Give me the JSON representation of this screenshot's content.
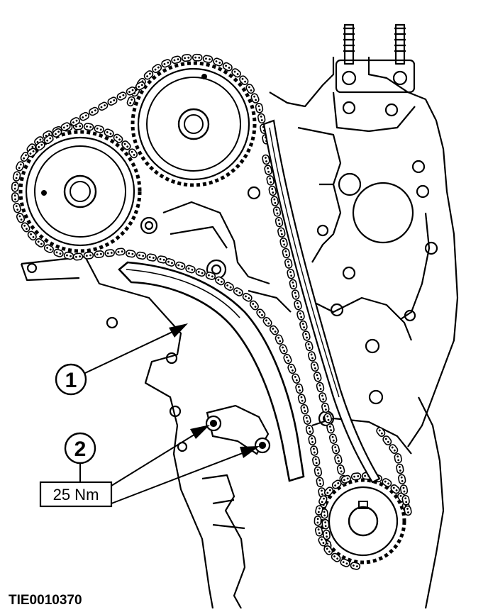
{
  "figure": {
    "callouts": [
      {
        "number": "1"
      },
      {
        "number": "2"
      }
    ],
    "torque_label": "25 Nm",
    "figure_id": "TIE0010370",
    "colors": {
      "ink": "#000000",
      "paper": "#ffffff"
    }
  }
}
